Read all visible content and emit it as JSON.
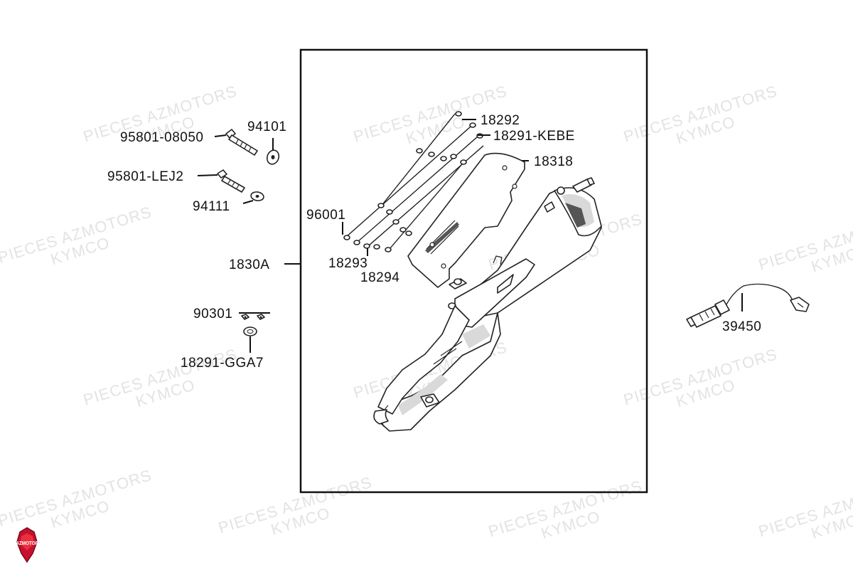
{
  "watermark": {
    "line1": "PIECES AZMOTORS",
    "line2": "KYMCO"
  },
  "logo": {
    "text": "AZMOTORS",
    "color": "#c8102e"
  },
  "labels": {
    "p95801_08050": "95801-08050",
    "p94101": "94101",
    "p95801_lej2": "95801-LEJ2",
    "p94111": "94111",
    "p96001": "96001",
    "p1830a": "1830A",
    "p18293": "18293",
    "p18294": "18294",
    "p18292": "18292",
    "p18291_kebe": "18291-KEBE",
    "p18318": "18318",
    "p90301": "90301",
    "p18291_gga7": "18291-GGA7",
    "p39450": "39450"
  }
}
